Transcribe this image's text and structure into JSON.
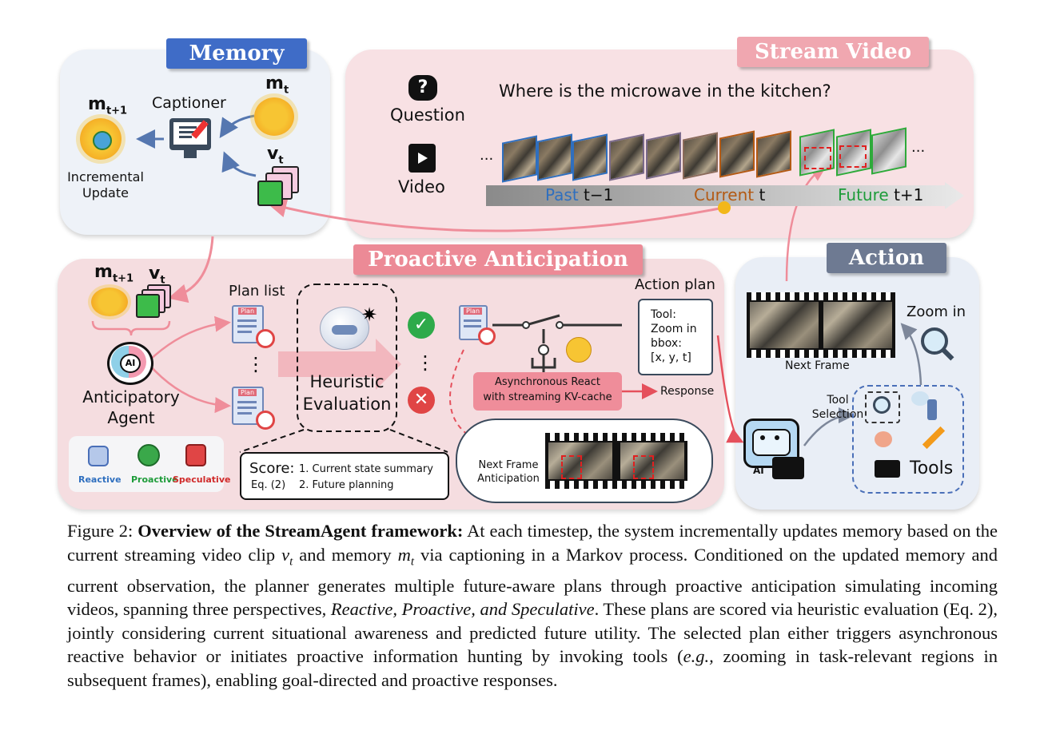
{
  "memory": {
    "title": "Memory",
    "m_next": "m",
    "m_next_sub": "t+1",
    "captioner": "Captioner",
    "m_t": "m",
    "m_t_sub": "t",
    "v_t": "v",
    "v_t_sub": "t",
    "update_line1": "Incremental",
    "update_line2": "Update"
  },
  "stream": {
    "title": "Stream Video",
    "question_label": "Question",
    "question_text": "Where is the microwave in the kitchen?",
    "video_label": "Video",
    "ellipsis_left": "...",
    "ellipsis_right": "...",
    "past": "Past",
    "past_t": "t−1",
    "current": "Current",
    "current_t": "t",
    "future": "Future",
    "future_t": "t+1"
  },
  "proactive": {
    "title": "Proactive Anticipation",
    "m_next": "m",
    "m_next_sub": "t+1",
    "v_t": "v",
    "v_t_sub": "t",
    "agent_line1": "Anticipatory",
    "agent_line2": "Agent",
    "plan_list": "Plan list",
    "plan_tag": "Plan",
    "vdots": "⋮",
    "heuristic_line1": "Heuristic",
    "heuristic_line2": "Evaluation",
    "score_label": "Score",
    "score_item1": "1. Current state summary",
    "score_eq": "Eq. (2)",
    "score_item2": "2. Future planning",
    "modes": [
      "Reactive",
      "Proactive",
      "Speculative"
    ],
    "action_plan_title": "Action plan",
    "action_plan_lines": [
      "Tool:",
      "Zoom in",
      "bbox:",
      "[x, y, t]"
    ],
    "async_line1": "Asynchronous React",
    "async_line2": "with streaming KV-cache",
    "response": "Response",
    "anticipation_line1": "Next Frame",
    "anticipation_line2": "Anticipation"
  },
  "action": {
    "title": "Action",
    "next_frame": "Next Frame",
    "zoom_in": "Zoom in",
    "tool_selection_line1": "Tool",
    "tool_selection_line2": "Selection",
    "tools": "Tools",
    "ai": "AI"
  },
  "caption": {
    "fig_label": "Figure 2:",
    "fig_title": "Overview of the StreamAgent framework:",
    "p1": " At each timestep, the system incrementally updates memory based on the current streaming video clip ",
    "v_sym": "v",
    "v_sub": "t",
    "p2": " and memory ",
    "m_sym": "m",
    "m_sub": "t",
    "p3": " via captioning in a Markov process. Conditioned on the updated memory and current observation, the planner generates multiple future-aware plans through proactive anticipation simulating incoming videos, spanning three perspectives, ",
    "perspectives": "Reactive, Proactive, and Speculative",
    "p4": ". These plans are scored via heuristic evaluation (Eq. 2), jointly considering current situational awareness and predicted future utility.  The selected plan either triggers asynchronous reactive behavior or initiates proactive information hunting by invoking tools (",
    "eg": "e.g.,",
    "p5": " zooming in task-relevant regions in subsequent frames), enabling goal-directed and proactive responses."
  },
  "colors": {
    "memory_panel": "#eef2f8",
    "memory_title": "#3f6cc7",
    "stream_panel": "#f8e1e4",
    "stream_title": "#f0a7b0",
    "proactive_panel": "#f5dde0",
    "proactive_title": "#ec8a96",
    "action_panel": "#e9eef6",
    "action_title": "#6e7a92",
    "past": "#2f6fbf",
    "current": "#b35a14",
    "future": "#1e9c3a"
  }
}
